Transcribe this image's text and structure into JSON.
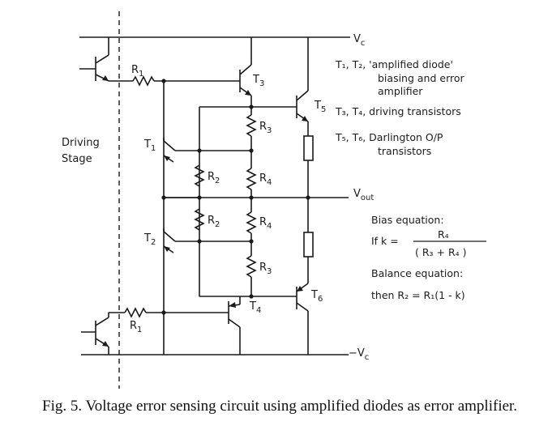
{
  "labels": {
    "vc_top": "V",
    "vc_top_sub": "c",
    "vc_bottom": "−V",
    "vc_bottom_sub": "c",
    "vout": "V",
    "vout_sub": "out",
    "driving": "Driving",
    "stage": "Stage",
    "r1_top": "R",
    "r1_top_sub": "1",
    "r1_bottom": "R",
    "r1_bottom_sub": "1",
    "t1": "T",
    "t1_sub": "1",
    "t2": "T",
    "t2_sub": "2",
    "t3": "T",
    "t3_sub": "3",
    "t4": "T",
    "t4_sub": "4",
    "t5": "T",
    "t5_sub": "5",
    "t6": "T",
    "t6_sub": "6",
    "r2_upper": "R",
    "r2_upper_sub": "2",
    "r2_lower": "R",
    "r2_lower_sub": "2",
    "r3_upper": "R",
    "r3_upper_sub": "3",
    "r3_lower": "R",
    "r3_lower_sub": "3",
    "r4_upper": "R",
    "r4_upper_sub": "4",
    "r4_lower": "R",
    "r4_lower_sub": "4"
  },
  "legend": {
    "line1": "T₁, T₂, 'amplified diode'",
    "line2": "biasing and error",
    "line3": "amplifier",
    "line4": "T₃, T₄, driving transistors",
    "line5": "T₅, T₆, Darlington O/P",
    "line6": "transistors",
    "bias_title": "Bias equation:",
    "bias_if": "If  k =",
    "bias_num": "R₄",
    "bias_den": "( R₃ + R₄ )",
    "balance_title": "Balance equation:",
    "balance_eq": "then  R₂ = R₁(1 - k)"
  },
  "caption": "Fig. 5.  Voltage error sensing circuit using amplified diodes as error amplifier."
}
